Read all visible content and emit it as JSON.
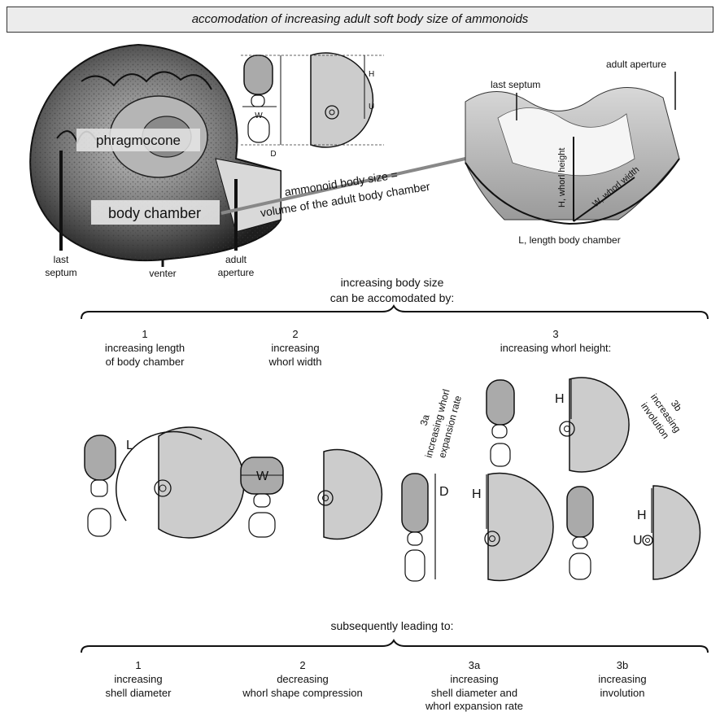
{
  "title": "accomodation of increasing adult soft body size of ammonoids",
  "top": {
    "phragmocone": "phragmocone",
    "body_chamber": "body chamber",
    "last_septum": [
      "last",
      "septum"
    ],
    "venter": "venter",
    "adult_aperture": [
      "adult",
      "aperture"
    ],
    "size_def": [
      "ammonoid body size =",
      "volume of the adult body chamber"
    ],
    "mini_labels": {
      "h": "H",
      "u": "U",
      "w": "W",
      "d": "D"
    },
    "block": {
      "last_septum": "last septum",
      "adult_aperture": "adult aperture",
      "whorl_height": "H, whorl height",
      "whorl_width": "W, whorl width",
      "length": "L, length body chamber"
    }
  },
  "middle_heading": [
    "increasing body size",
    "can be accomodated by:"
  ],
  "options": [
    {
      "num": "1",
      "lines": [
        "increasing length",
        "of body chamber"
      ],
      "label": "L"
    },
    {
      "num": "2",
      "lines": [
        "increasing",
        "whorl width"
      ],
      "label": "W"
    },
    {
      "num": "3",
      "lines": [
        "increasing whorl height:"
      ],
      "label": "H"
    }
  ],
  "sub3a": {
    "lines": [
      "3a",
      "increasing whorl",
      "expansion rate"
    ],
    "d": "D",
    "h": "H"
  },
  "sub3b": {
    "lines": [
      "3b",
      "increasing",
      "involution"
    ],
    "h": "H",
    "u": "U"
  },
  "bottom_heading": "subsequently leading to:",
  "results": [
    {
      "num": "1",
      "lines": [
        "increasing",
        "shell diameter"
      ]
    },
    {
      "num": "2",
      "lines": [
        "decreasing",
        "whorl shape compression"
      ]
    },
    {
      "num": "3a",
      "lines": [
        "increasing",
        "shell diameter and",
        "whorl expansion rate"
      ]
    },
    {
      "num": "3b",
      "lines": [
        "increasing",
        "involution"
      ]
    }
  ]
}
